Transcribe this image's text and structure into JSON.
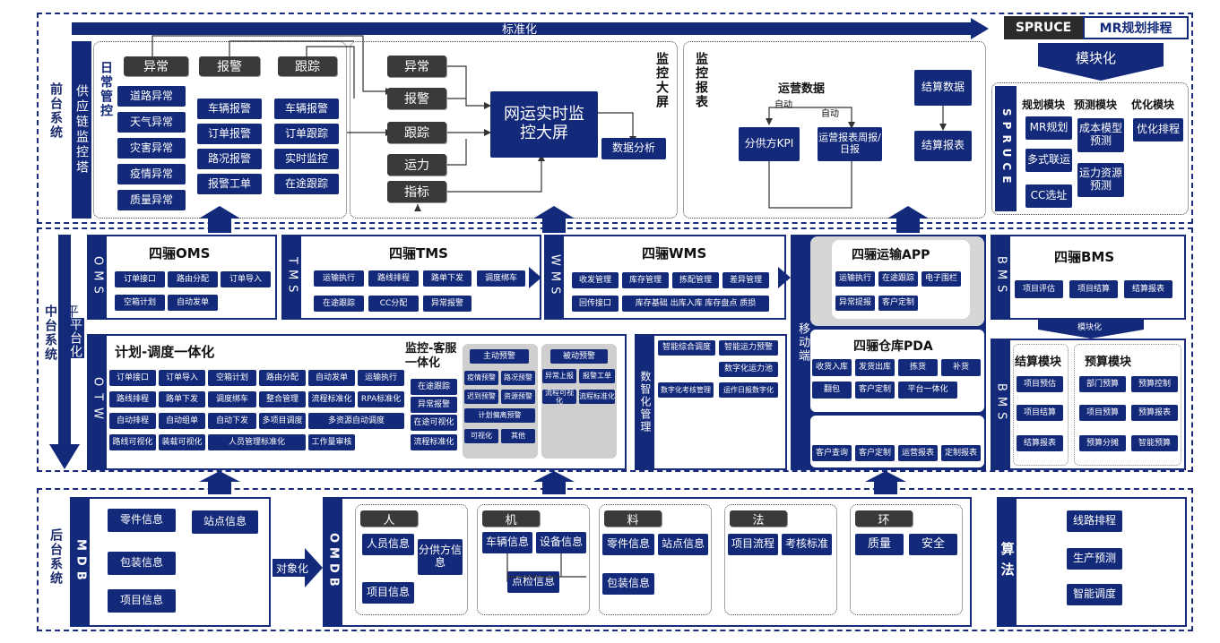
{
  "layers": {
    "front": "前台系统",
    "middle": "中台系统",
    "back": "后台系统"
  },
  "top": {
    "standardize": "标准化",
    "spruce_logo": "SPRUCE",
    "mr_title": "MR规划排程",
    "modularize": "模块化",
    "tower_label": "供应链监控塔",
    "daily_title": "日常管控",
    "daily_tabs": [
      "异常",
      "报警",
      "跟踪"
    ],
    "exceptions": [
      "道路异常",
      "天气异常",
      "灾害异常",
      "疫情异常",
      "质量异常"
    ],
    "alarms": [
      "车辆报警",
      "订单报警",
      "路况报警",
      "报警工单"
    ],
    "tracks": [
      "车辆报警",
      "订单跟踪",
      "实时监控",
      "在途跟踪"
    ],
    "screen_inputs": [
      "异常",
      "报警",
      "跟踪",
      "运力",
      "指标"
    ],
    "screen_main": "网运实时监控大屏",
    "data_analysis": "数据分析",
    "screen_label": "监控大屏",
    "report_label": "监控报表",
    "ops_data": "运营数据",
    "auto": "自动",
    "kpi": "分供方KPI",
    "ops_report": "运营报表周报/日报",
    "settle_data": "结算数据",
    "settle_report": "结算报表",
    "spruce_vertical": "SPRUCE",
    "plan_title": "规划模块",
    "forecast_title": "预测模块",
    "optimize_title": "优化模块",
    "plan_items": [
      "MR规划",
      "多式联运",
      "CC选址"
    ],
    "forecast_items": [
      "成本模型预测",
      "运力资源预测"
    ],
    "optimize_items": [
      "优化排程"
    ]
  },
  "middle": {
    "platform": "平台化",
    "oms": {
      "bar": "OMS",
      "title": "四骊OMS",
      "items": [
        "订单接口",
        "路由分配",
        "订单导入",
        "空箱计划",
        "自动发单"
      ]
    },
    "tms": {
      "bar": "TMS",
      "title": "四骊TMS",
      "items": [
        "运输执行",
        "路线排程",
        "路单下发",
        "调度绑车",
        "在途跟踪",
        "CC分配",
        "异常报警"
      ]
    },
    "wms": {
      "bar": "WMS",
      "title": "四骊WMS",
      "items": [
        "收发管理",
        "库存管理",
        "拣配管理",
        "差异管理",
        "回传接口",
        "库存基础 出库入库 库存盘点 质损"
      ]
    },
    "otw": {
      "bar": "OTW",
      "title": "计划-调度一体化",
      "rows": [
        [
          "订单接口",
          "订单导入",
          "空箱计划",
          "路由分配",
          "自动发单",
          "运输执行"
        ],
        [
          "路线排程",
          "路单下发",
          "调度绑车",
          "整合管理",
          "流程标准化",
          "RPA标准化"
        ],
        [
          "自动排程",
          "自动组单",
          "自动下发",
          "多项目调度",
          "多资源自动调度"
        ],
        [
          "路线可视化",
          "装载可视化",
          "人员管理标准化",
          "工作量审核"
        ]
      ],
      "cs_title": "监控-客服一体化",
      "cs_items": [
        "在途跟踪",
        "异常报警",
        "在途可视化",
        "流程标准化"
      ],
      "active_title": "主动预警",
      "active_items": [
        "疫情预警",
        "路况预警",
        "迟到预警",
        "资源预警",
        "计划偏离预警",
        "可视化",
        "其他"
      ],
      "passive_title": "被动预警",
      "passive_items": [
        "异常上报",
        "报警工单",
        "流程可视化",
        "流程标准化"
      ]
    },
    "digital": {
      "label": "数智化管理",
      "items": [
        "智能综合调度",
        "智能运力预警",
        "数字化运力池",
        "数字化考核管理",
        "运作日报数字化"
      ]
    },
    "mobile": "移动端",
    "app": {
      "title": "四骊运输APP",
      "items": [
        "运输执行",
        "在途跟踪",
        "电子围栏",
        "异常提报",
        "客户定制"
      ]
    },
    "pda": {
      "title": "四骊仓库PDA",
      "items": [
        "收货入库",
        "发货出库",
        "拣货",
        "补货",
        "翻包",
        "客户定制",
        "平台一体化"
      ]
    },
    "bottom_items": [
      "客户查询",
      "客户定制",
      "运营报表",
      "定制报表"
    ],
    "bms": {
      "bar": "BMS",
      "title": "四骊BMS",
      "items": [
        "项目评估",
        "项目结算",
        "结算报表"
      ]
    },
    "modular": "模块化",
    "bms2": {
      "bar": "BMS",
      "settle_title": "结算模块",
      "settle_items": [
        "项目预估",
        "项目结算",
        "结算报表"
      ],
      "budget_title": "预算模块",
      "budget_items": [
        "部门预算",
        "预算控制",
        "项目预算",
        "预算报表",
        "预算分摊",
        "智能预算"
      ]
    }
  },
  "back": {
    "mdb": "MDB",
    "mdb_items": [
      "零件信息",
      "站点信息",
      "包装信息",
      "项目信息"
    ],
    "objectify": "对象化",
    "omdb": "OMDB",
    "people": {
      "tag": "人",
      "items": [
        "人员信息",
        "分供方信息",
        "项目信息"
      ]
    },
    "machine": {
      "tag": "机",
      "items": [
        "车辆信息",
        "设备信息",
        "点检信息"
      ]
    },
    "material": {
      "tag": "料",
      "items": [
        "零件信息",
        "站点信息",
        "包装信息"
      ]
    },
    "method": {
      "tag": "法",
      "items": [
        "项目流程",
        "考核标准"
      ]
    },
    "env": {
      "tag": "环",
      "items": [
        "质量",
        "安全"
      ]
    },
    "algo": "算法",
    "algo_items": [
      "线路排程",
      "生产预测",
      "智能调度"
    ]
  },
  "colors": {
    "primary": "#13297a",
    "dark": "#3a3a3a",
    "gray": "#cfcfcf"
  }
}
